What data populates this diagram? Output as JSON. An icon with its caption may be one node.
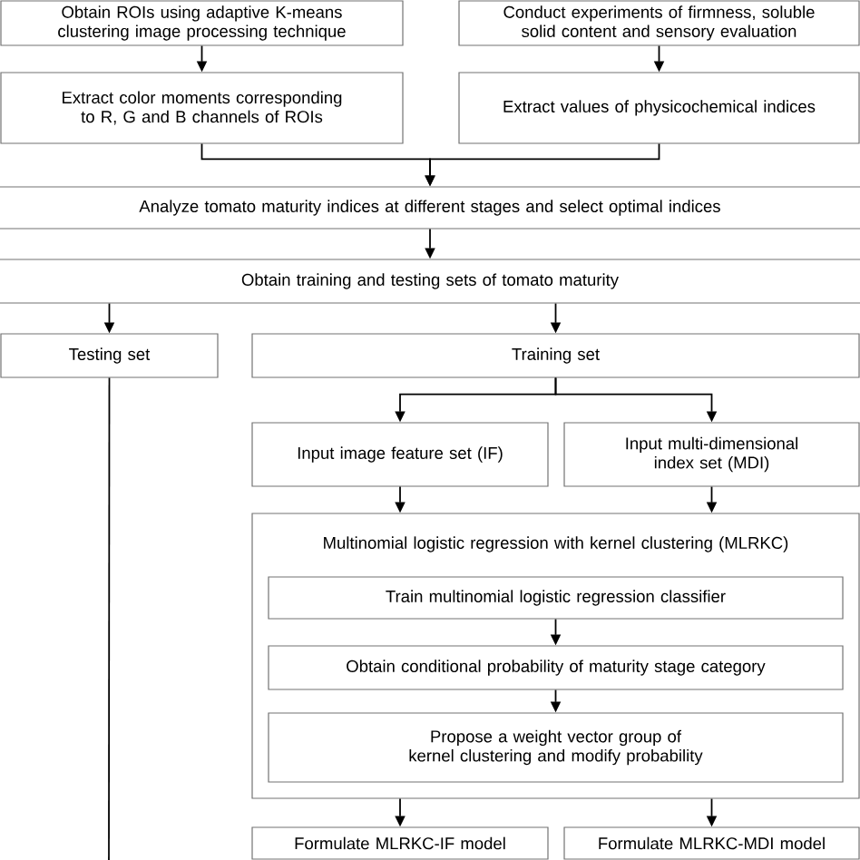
{
  "diagram": {
    "nodes": [
      {
        "text": [
          "Obtain ROIs using adaptive K-means clustering image processing technique"
        ]
      },
      {
        "text": [
          "Conduct experiments of firmness, soluble solid content and sensory evaluation"
        ]
      },
      {
        "text": [
          "Extract color moments corresponding to R, G and B channels of ROIs"
        ]
      },
      {
        "text": [
          "Extract values of physicochemical indices"
        ]
      },
      {
        "text": [
          "Analyze tomato maturity indices at different stages and select optimal indices"
        ]
      },
      {
        "text": [
          "Obtain training and testing sets of tomato maturity"
        ]
      },
      {
        "text": [
          "Testing set"
        ]
      },
      {
        "text": [
          "Training set"
        ]
      },
      {
        "text": [
          "Input image feature set (IF)"
        ]
      },
      {
        "text": [
          "Input multi-dimensional index set (MDI)"
        ]
      },
      {
        "text": [
          "Multinomial logistic regression with kernel clustering (MLRKC)"
        ]
      },
      {
        "text": [
          "Train multinomial logistic regression classifier"
        ],
        "in": 10
      },
      {
        "text": [
          "Obtain conditional probability of maturity stage category"
        ],
        "in": 10
      },
      {
        "text": [
          "Propose a weight vector group of kernel clustering and modify probability"
        ],
        "in": 10
      },
      {
        "text": [
          "Formulate MLRKC-IF model"
        ]
      },
      {
        "text": [
          "Formulate MLRKC-MDI model"
        ]
      }
    ],
    "edges": [
      {
        "from": 0,
        "to": 2,
        "arrow": "to"
      },
      {
        "from": 1,
        "to": 3,
        "arrow": "to"
      },
      {
        "from": 2,
        "to": 4,
        "arrow": "to"
      },
      {
        "from": 3,
        "to": 4,
        "arrow": "to"
      },
      {
        "from": 4,
        "to": 5,
        "arrow": "to"
      },
      {
        "from": 5,
        "to": 6,
        "arrow": "to"
      },
      {
        "from": 5,
        "to": 7,
        "arrow": "to"
      },
      {
        "from": 7,
        "to": 8,
        "arrow": "to"
      },
      {
        "from": 7,
        "to": 9,
        "arrow": "to"
      },
      {
        "from": 8,
        "to": 10,
        "arrow": "to"
      },
      {
        "from": 9,
        "to": 10,
        "arrow": "to"
      },
      {
        "from": 11,
        "to": 12,
        "arrow": "to"
      },
      {
        "from": 12,
        "to": 13,
        "arrow": "to"
      },
      {
        "from": 10,
        "to": 14,
        "arrow": "to"
      },
      {
        "from": 10,
        "to": 15,
        "arrow": "to"
      },
      {
        "from": 6,
        "to": null,
        "arrow": "none"
      }
    ]
  }
}
